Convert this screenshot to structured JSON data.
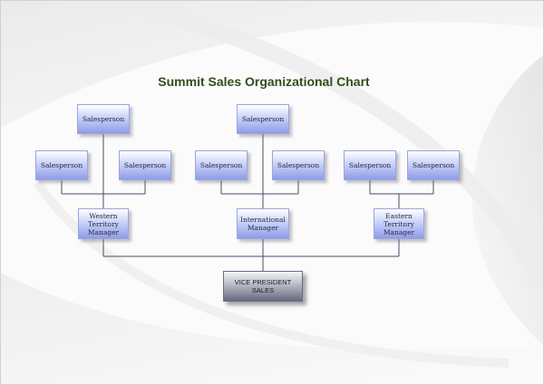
{
  "title": "Summit Sales Organizational Chart",
  "colors": {
    "title": "#2e4f1a",
    "connector": "#4a4e6a",
    "node_top": "#ffffff",
    "node_bottom": "#8f9ce8",
    "vp_bottom": "#686a7e"
  },
  "nodes": {
    "vp": "VICE PRESIDENT\nSALES",
    "western_manager": "Western\nTerritory\nManager",
    "international_manager": "International\nManager",
    "eastern_manager": "Eastern\nTerritory\nManager",
    "western_top": "Salesperson",
    "western_left": "Salesperson",
    "western_right": "Salesperson",
    "international_top": "Salesperson",
    "international_left": "Salesperson",
    "international_right": "Salesperson",
    "eastern_left": "Salesperson",
    "eastern_right": "Salesperson"
  }
}
